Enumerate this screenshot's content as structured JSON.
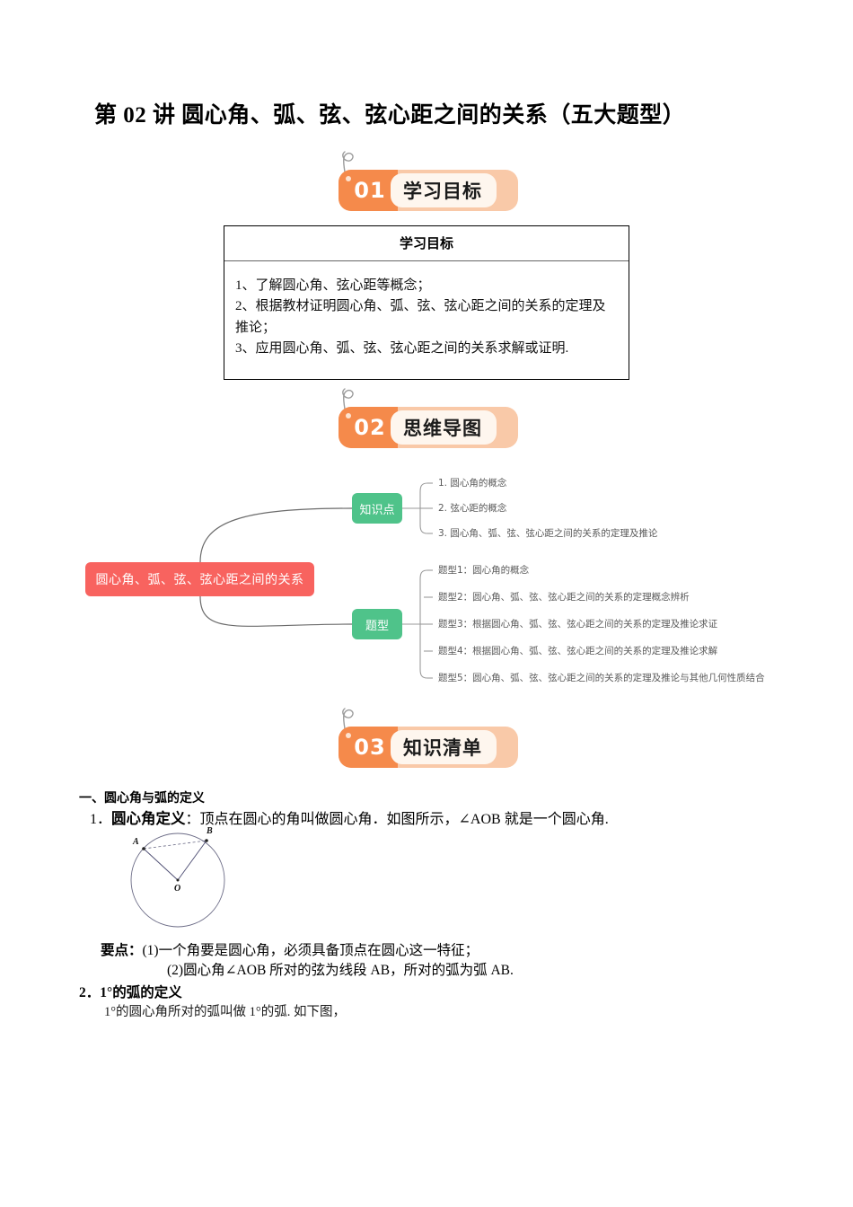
{
  "document": {
    "title": "第 02 讲  圆心角、弧、弦、弦心距之间的关系（五大题型）"
  },
  "sections": [
    {
      "number": "01",
      "label": "学习目标"
    },
    {
      "number": "02",
      "label": "思维导图"
    },
    {
      "number": "03",
      "label": "知识清单"
    }
  ],
  "objectives_table": {
    "header": "学习目标",
    "items": [
      "1、了解圆心角、弦心距等概念；",
      "2、根据教材证明圆心角、弧、弦、弦心距之间的关系的定理及推论；",
      "3、应用圆心角、弧、弦、弦心距之间的关系求解或证明."
    ]
  },
  "mindmap": {
    "root": "圆心角、弧、弦、弦心距之间的关系",
    "branches": [
      {
        "label": "知识点",
        "leaves": [
          "1. 圆心角的概念",
          "2. 弦心距的概念",
          "3. 圆心角、弧、弦、弦心距之间的关系的定理及推论"
        ]
      },
      {
        "label": "题型",
        "leaves": [
          "题型1：圆心角的概念",
          "题型2：圆心角、弧、弦、弦心距之间的关系的定理概念辨析",
          "题型3：根据圆心角、弧、弦、弦心距之间的关系的定理及推论求证",
          "题型4：根据圆心角、弧、弦、弦心距之间的关系的定理及推论求解",
          "题型5：圆心角、弧、弦、弦心距之间的关系的定理及推论与其他几何性质结合"
        ]
      }
    ],
    "colors": {
      "root": "#F8635F",
      "branch": "#4FC38A",
      "connector": "#6b6b6b"
    }
  },
  "knowledge": {
    "heading": "一、圆心角与弧的定义",
    "item1_number": "1．",
    "item1_term": "圆心角定义",
    "item1_text": "：顶点在圆心的角叫做圆心角．如图所示，∠AOB 就是一个圆心角.",
    "keypoints_label": "要点：",
    "keypoint1": "(1)一个角要是圆心角，必须具备顶点在圆心这一特征；",
    "keypoint2": "(2)圆心角∠AOB 所对的弦为线段 AB，所对的弧为弧 AB.",
    "item2_heading": "2．1°的弧的定义",
    "item2_text": "1°的圆心角所对的弧叫做 1°的弧. 如下图，",
    "figure_labels": {
      "a": "A",
      "b": "B",
      "o": "O"
    }
  },
  "theme": {
    "banner_outer": "#F9C9A8",
    "banner_num_block": "#F58A4B",
    "banner_pill": "#FEF6EE"
  }
}
